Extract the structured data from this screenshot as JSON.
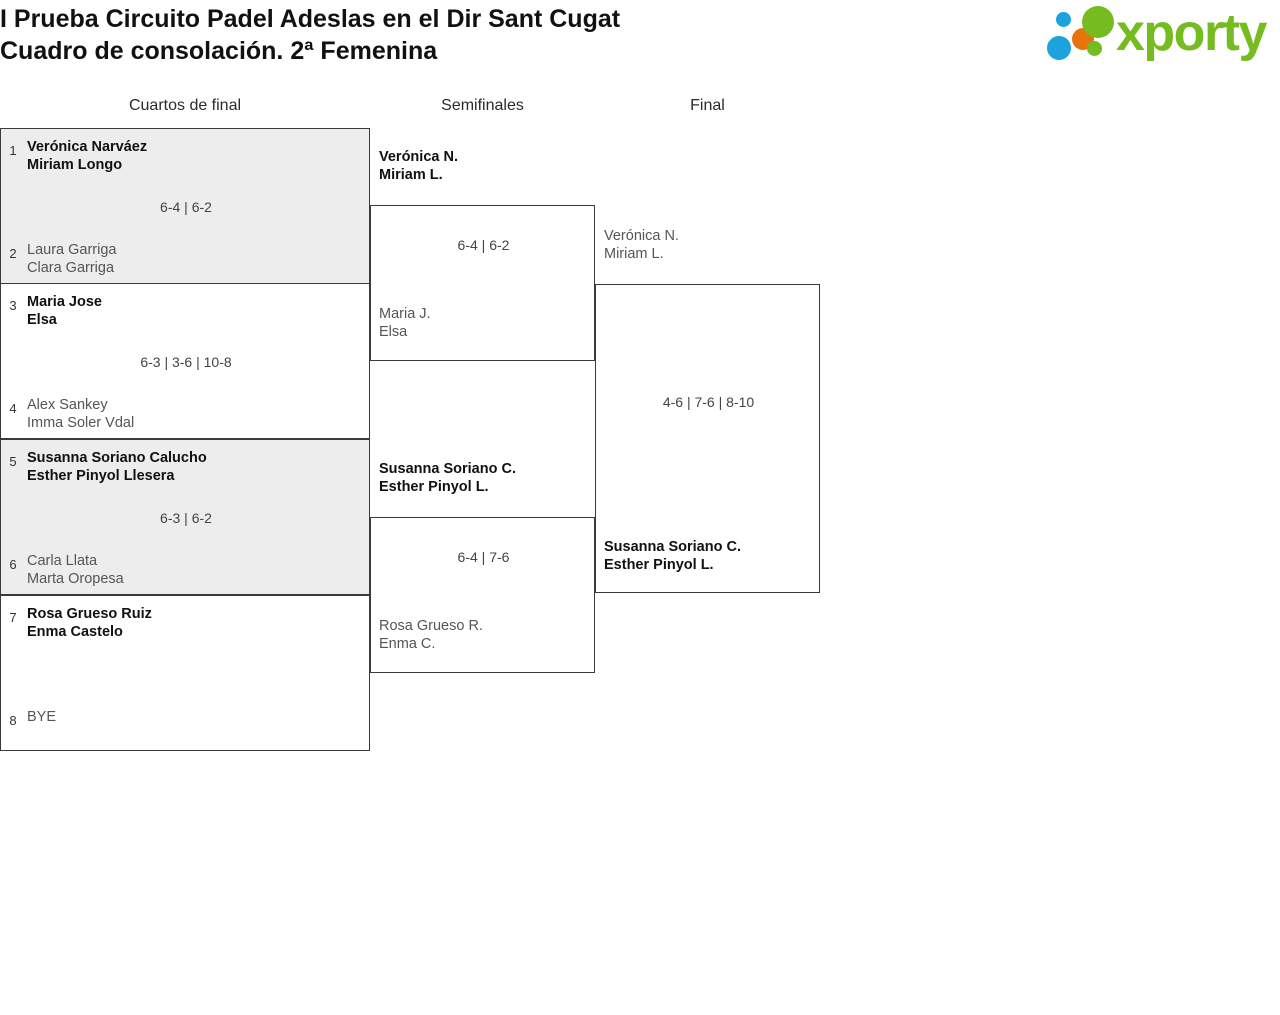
{
  "header": {
    "title_line1": "I Prueba Circuito Padel Adeslas en el Dir Sant Cugat",
    "title_line2": "Cuadro de consolación. 2ª Femenina",
    "logo_text": "xporty",
    "logo_colors": {
      "green": "#76bc21",
      "orange": "#e8730c",
      "blue": "#1ca2dd"
    }
  },
  "rounds": [
    {
      "id": "r1",
      "label": "Cuartos de final"
    },
    {
      "id": "r2",
      "label": "Semifinales"
    },
    {
      "id": "r3",
      "label": "Final"
    }
  ],
  "round1": [
    {
      "seed_top": "1",
      "top_p1": "Verónica Narváez",
      "top_p2": "Miriam Longo",
      "seed_bot": "2",
      "bot_p1": "Laura Garriga",
      "bot_p2": "Clara Garriga",
      "score": "6-4 | 6-2"
    },
    {
      "seed_top": "3",
      "top_p1": "Maria Jose",
      "top_p2": "Elsa",
      "seed_bot": "4",
      "bot_p1": "Alex Sankey",
      "bot_p2": "Imma Soler Vdal",
      "score": "6-3 | 3-6 | 10-8"
    },
    {
      "seed_top": "5",
      "top_p1": "Susanna Soriano Calucho",
      "top_p2": "Esther Pinyol Llesera",
      "seed_bot": "6",
      "bot_p1": "Carla Llata",
      "bot_p2": "Marta Oropesa",
      "score": "6-3 | 6-2"
    },
    {
      "seed_top": "7",
      "top_p1": "Rosa Grueso Ruiz",
      "top_p2": "Enma Castelo",
      "seed_bot": "8",
      "bot_p1": "BYE",
      "bot_p2": "",
      "score": ""
    }
  ],
  "round2": [
    {
      "top_p1": "Verónica N.",
      "top_p2": "Miriam L.",
      "bot_p1": "Maria J.",
      "bot_p2": "Elsa",
      "score": "6-4 | 6-2"
    },
    {
      "top_p1": "Susanna Soriano C.",
      "top_p2": "Esther Pinyol L.",
      "bot_p1": "Rosa Grueso R.",
      "bot_p2": "Enma C.",
      "score": "6-4 | 7-6"
    }
  ],
  "round3": [
    {
      "top_p1": "Verónica N.",
      "top_p2": "Miriam L.",
      "bot_p1": "Susanna Soriano C.",
      "bot_p2": "Esther Pinyol L.",
      "score": "4-6 | 7-6 | 8-10"
    }
  ]
}
